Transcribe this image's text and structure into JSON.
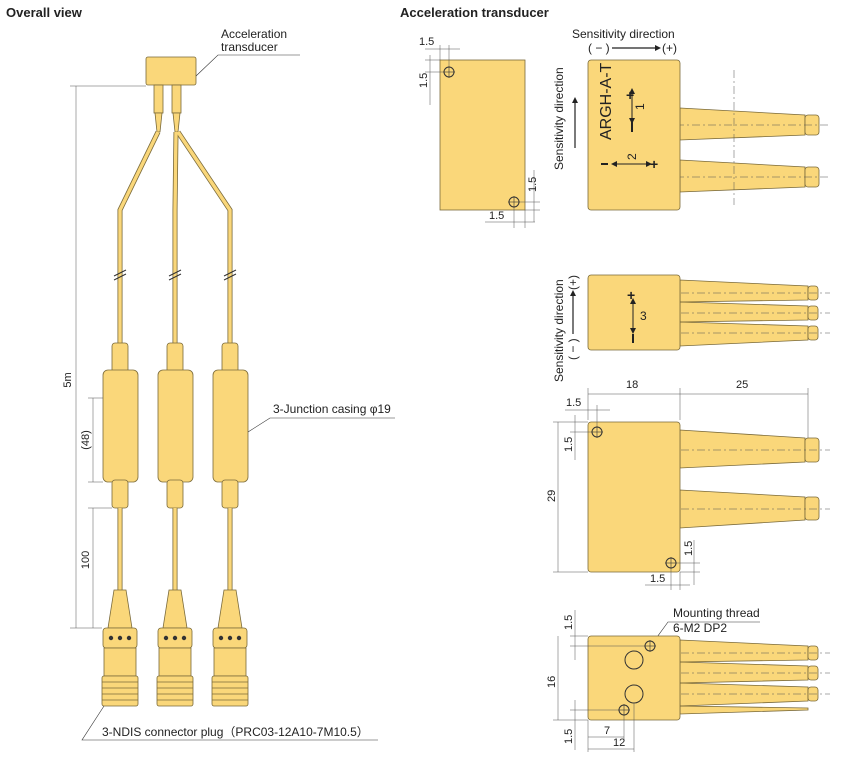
{
  "headings": {
    "overall": "Overall view",
    "transducer": "Acceleration transducer"
  },
  "overall": {
    "transducer_label": [
      "Acceleration",
      "transducer"
    ],
    "length_total": "5m",
    "length_junction": "(48)",
    "length_lower": "100",
    "junction_label": "3-Junction casing φ19",
    "connector_label": "3-NDIS connector plug（PRC03-12A10-7M10.5）"
  },
  "top_view": {
    "dims": [
      "1.5",
      "1.5",
      "1.5",
      "1.5"
    ]
  },
  "side_view_1": {
    "sens_title": "Sensitivity direction",
    "sens_scale": [
      "( − )",
      "(+)"
    ],
    "model": "ARGH-A-T",
    "axes": [
      "1",
      "2"
    ]
  },
  "side_view_2": {
    "sens_title": "Sensitivity direction",
    "sens_scale": [
      "( − )",
      "(+)"
    ],
    "axis": "3"
  },
  "dim_view": {
    "dims": [
      "18",
      "25",
      "1.5",
      "1.5",
      "29",
      "1.5",
      "1.5"
    ]
  },
  "bottom_view": {
    "thread_label": [
      "Mounting thread",
      "6-M2 DP2"
    ],
    "dims": [
      "1.5",
      "16",
      "1.5",
      "7",
      "12"
    ]
  }
}
